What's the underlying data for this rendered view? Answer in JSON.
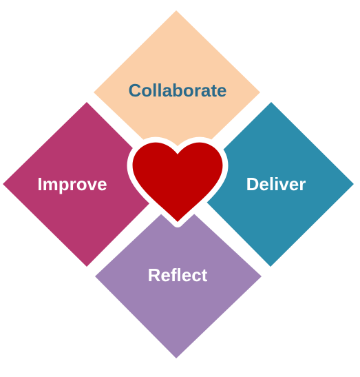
{
  "diagram": {
    "quadrants": {
      "top": {
        "label": "Collaborate",
        "fill": "#FBCFA8",
        "text_color": "#2A6A8A"
      },
      "left": {
        "label": "Improve",
        "fill": "#B73870",
        "text_color": "#FFFFFF"
      },
      "right": {
        "label": "Deliver",
        "fill": "#2C8DAC",
        "text_color": "#FFFFFF"
      },
      "bottom": {
        "label": "Reflect",
        "fill": "#9E82B5",
        "text_color": "#FFFFFF"
      }
    },
    "center": {
      "icon": "heart-icon",
      "fill": "#C00000",
      "outline": "#FFFFFF"
    }
  }
}
